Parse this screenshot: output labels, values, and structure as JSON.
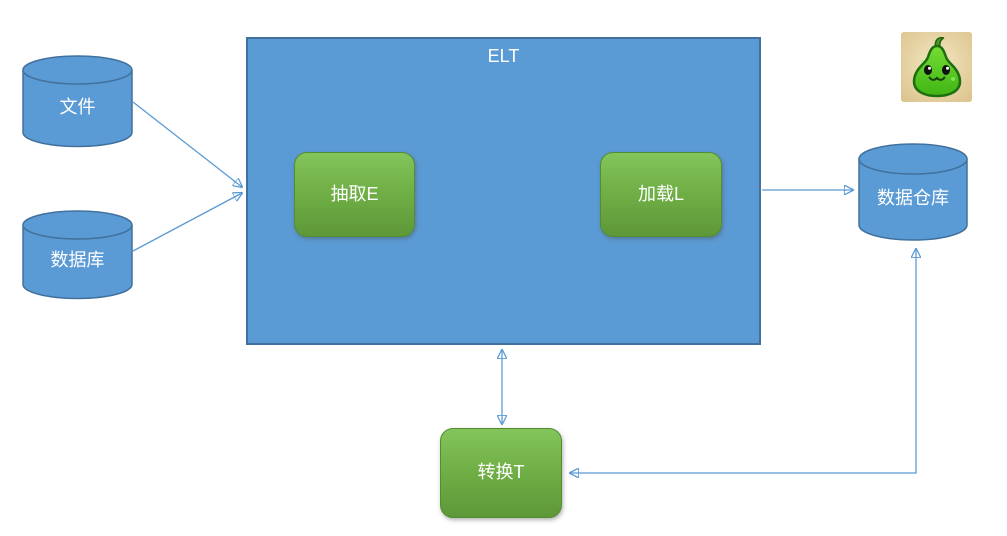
{
  "container": {
    "title": "ELT"
  },
  "nodes": {
    "file": "文件",
    "database": "数据库",
    "extract": "抽取E",
    "load": "加载L",
    "transform": "转换T",
    "warehouse": "数据仓库"
  },
  "edges": [
    {
      "from": "文件",
      "to": "ELT",
      "style": "single-arrow"
    },
    {
      "from": "数据库",
      "to": "ELT",
      "style": "single-arrow"
    },
    {
      "from": "ELT",
      "to": "数据仓库",
      "style": "single-arrow"
    },
    {
      "from": "ELT",
      "to": "转换T",
      "style": "double-arrow"
    },
    {
      "from": "转换T",
      "to": "数据仓库",
      "style": "double-arrow-elbow"
    }
  ],
  "colors": {
    "blue_fill": "#5B9BD5",
    "blue_border": "#41719C",
    "green_top": "#7FC254",
    "green_bottom": "#5E9839",
    "green_border": "#538C31",
    "connector": "#5B9BD5",
    "label_text": "#FFFFFF"
  },
  "logo": {
    "icon": "pear-mascot-logo"
  }
}
